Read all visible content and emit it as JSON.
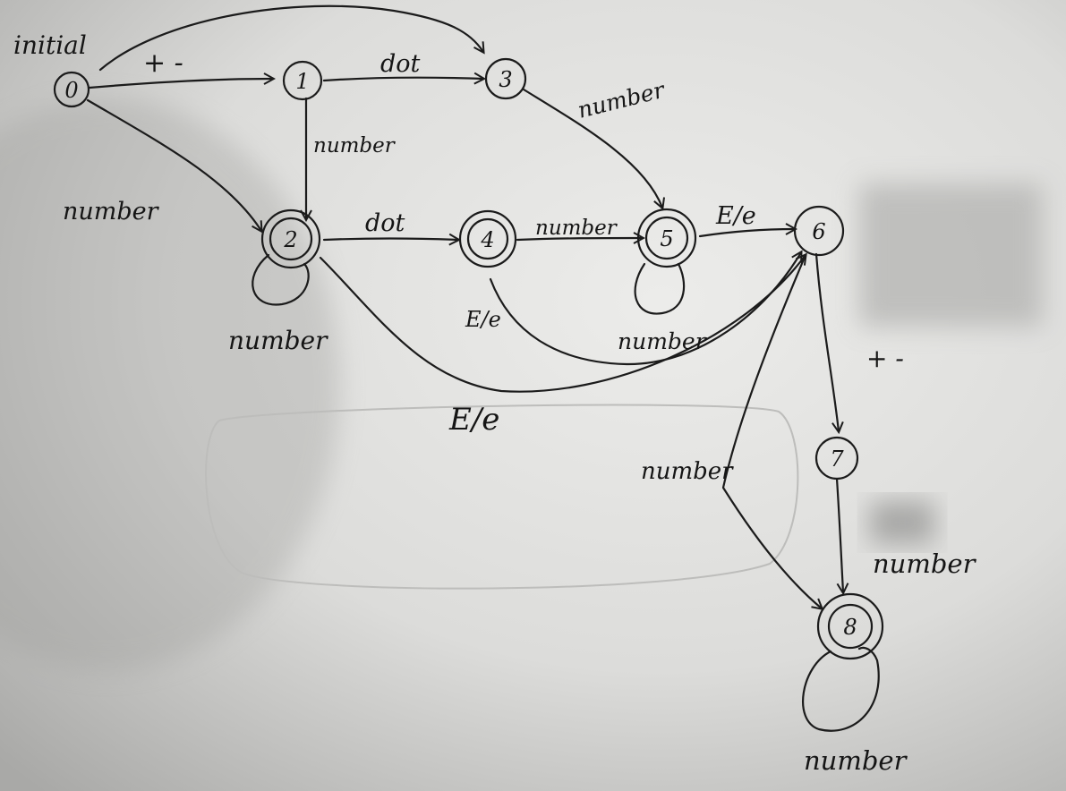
{
  "diagram": {
    "start_label": "initial",
    "start_state": "0",
    "states": [
      {
        "id": "0",
        "accepting": false
      },
      {
        "id": "1",
        "accepting": false
      },
      {
        "id": "2",
        "accepting": true
      },
      {
        "id": "3",
        "accepting": false
      },
      {
        "id": "4",
        "accepting": true
      },
      {
        "id": "5",
        "accepting": true
      },
      {
        "id": "6",
        "accepting": false
      },
      {
        "id": "7",
        "accepting": false
      },
      {
        "id": "8",
        "accepting": true
      }
    ],
    "transitions": [
      {
        "from": "0",
        "to": "1",
        "label": "+ -"
      },
      {
        "from": "0",
        "to": "3",
        "label": ""
      },
      {
        "from": "0",
        "to": "2",
        "label": "number"
      },
      {
        "from": "1",
        "to": "3",
        "label": "dot"
      },
      {
        "from": "1",
        "to": "2",
        "label": "number"
      },
      {
        "from": "3",
        "to": "5",
        "label": "number"
      },
      {
        "from": "2",
        "to": "2",
        "label": "number"
      },
      {
        "from": "2",
        "to": "4",
        "label": "dot"
      },
      {
        "from": "4",
        "to": "5",
        "label": "number"
      },
      {
        "from": "5",
        "to": "5",
        "label": ""
      },
      {
        "from": "5",
        "to": "6",
        "label": "E/e"
      },
      {
        "from": "4",
        "to": "6",
        "label": "E/e"
      },
      {
        "from": "2",
        "to": "6",
        "label": "E/e"
      },
      {
        "from": "6",
        "to": "7",
        "label": "+ -"
      },
      {
        "from": "6",
        "to": "8",
        "label": "number"
      },
      {
        "from": "7",
        "to": "8",
        "label": "number"
      },
      {
        "from": "8",
        "to": "8",
        "label": "number"
      }
    ],
    "extra_labels": [
      "number"
    ]
  }
}
